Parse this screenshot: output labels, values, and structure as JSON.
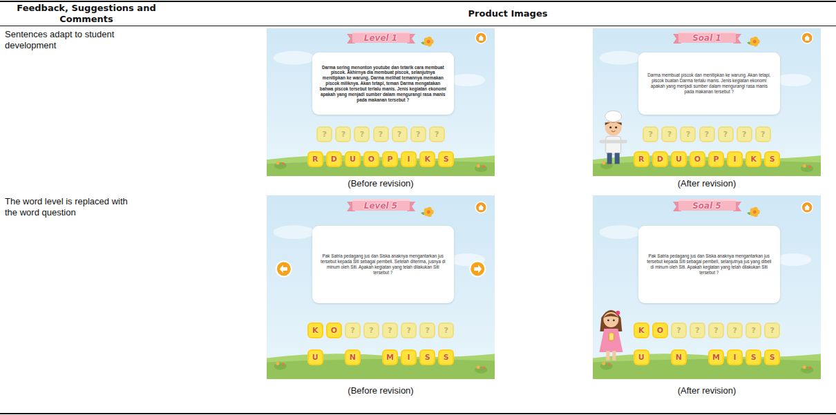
{
  "diagram": {
    "nodes": [
      {
        "text": [
          "Level 1"
        ]
      },
      {
        "text": [
          "Darma sering menonton youtube dan tetarik cara membuat piscok. Akhirnya dia membuat piscok, selanjutnya menitipkan ke warung. Darma melihat temannya memakan piscok miliknya. Akan tetapi, teman Darma mengatakan bahwa piscok tersebut terlalu manis. Jenis kegiatan ekonomi apakah yang menjadi sumber dalam mengurangi rasa manis pada makanan tersebut ?"
        ]
      },
      {
        "text": [
          "?"
        ]
      },
      {
        "text": [
          "?"
        ]
      },
      {
        "text": [
          "?"
        ]
      },
      {
        "text": [
          "?"
        ]
      },
      {
        "text": [
          "?"
        ]
      },
      {
        "text": [
          "?"
        ]
      },
      {
        "text": [
          "?"
        ]
      },
      {
        "text": [
          "R"
        ]
      },
      {
        "text": [
          "D"
        ]
      },
      {
        "text": [
          "U"
        ]
      },
      {
        "text": [
          "O"
        ]
      },
      {
        "text": [
          "P"
        ]
      },
      {
        "text": [
          "I"
        ]
      },
      {
        "text": [
          "K"
        ]
      },
      {
        "text": [
          "S"
        ]
      },
      {
        "text": [
          "Soal 1"
        ]
      },
      {
        "text": [
          "Darma membuat piscok dan menitipkan ke warung. Akan tetapi, piscok buatan Darma terlalu manis. Jenis kegiatan ekonomi apakah yang menjadi sumber dalam mengurangi rasa manis pada makanan tersebut ?"
        ]
      },
      {
        "text": [
          "?"
        ]
      },
      {
        "text": [
          "?"
        ]
      },
      {
        "text": [
          "?"
        ]
      },
      {
        "text": [
          "?"
        ]
      },
      {
        "text": [
          "?"
        ]
      },
      {
        "text": [
          "?"
        ]
      },
      {
        "text": [
          "?"
        ]
      },
      {
        "text": [
          "R"
        ]
      },
      {
        "text": [
          "D"
        ]
      },
      {
        "text": [
          "U"
        ]
      },
      {
        "text": [
          "O"
        ]
      },
      {
        "text": [
          "P"
        ]
      },
      {
        "text": [
          "I"
        ]
      },
      {
        "text": [
          "K"
        ]
      },
      {
        "text": [
          "S"
        ]
      },
      {
        "text": [
          "Level 5"
        ]
      },
      {
        "text": [
          "Pak Satria pedagang jus dan Siska anaknya mengantarkan jus tersebut kepada Siti sebagai pembeli. Setelah diterima, jusnya di minum oleh Siti. Apakah kegiatan yang telah dilakukan Siti tersebut ?"
        ]
      },
      {
        "text": [
          "K"
        ]
      },
      {
        "text": [
          "O"
        ]
      },
      {
        "text": [
          "?"
        ]
      },
      {
        "text": [
          "?"
        ]
      },
      {
        "text": [
          "?"
        ]
      },
      {
        "text": [
          "?"
        ]
      },
      {
        "text": [
          "?"
        ]
      },
      {
        "text": [
          "?"
        ]
      },
      {
        "text": [
          "U"
        ]
      },
      {
        "text": [
          "N"
        ]
      },
      {
        "text": [
          "M"
        ]
      },
      {
        "text": [
          "I"
        ]
      },
      {
        "text": [
          "S"
        ]
      },
      {
        "text": [
          "S"
        ]
      },
      {
        "text": [
          "Soal 5"
        ]
      },
      {
        "text": [
          "Pak Satria pedagang jus dan Siska anaknya mengantarkan jus tersebut kepada Siti sebagai pembeli, selanjutnya jus yang dibeli di minum oleh Siti. Apakah kegiatan yang telah dilakukan Siti tersebut ?"
        ]
      },
      {
        "text": [
          "K"
        ]
      },
      {
        "text": [
          "O"
        ]
      },
      {
        "text": [
          "?"
        ]
      },
      {
        "text": [
          "?"
        ]
      },
      {
        "text": [
          "?"
        ]
      },
      {
        "text": [
          "?"
        ]
      },
      {
        "text": [
          "?"
        ]
      },
      {
        "text": [
          "?"
        ]
      },
      {
        "text": [
          "U"
        ]
      },
      {
        "text": [
          "N"
        ]
      },
      {
        "text": [
          "M"
        ]
      },
      {
        "text": [
          "I"
        ]
      },
      {
        "text": [
          "S"
        ]
      },
      {
        "text": [
          "S"
        ]
      }
    ],
    "labels": [
      "Feedback, Suggestions and Comments",
      "Product Images",
      "Sentences adapt to student development",
      "(Before revision)",
      "(After revision)",
      "The word level is replaced with the word question",
      "(Before revision)",
      "(After revision)"
    ]
  }
}
